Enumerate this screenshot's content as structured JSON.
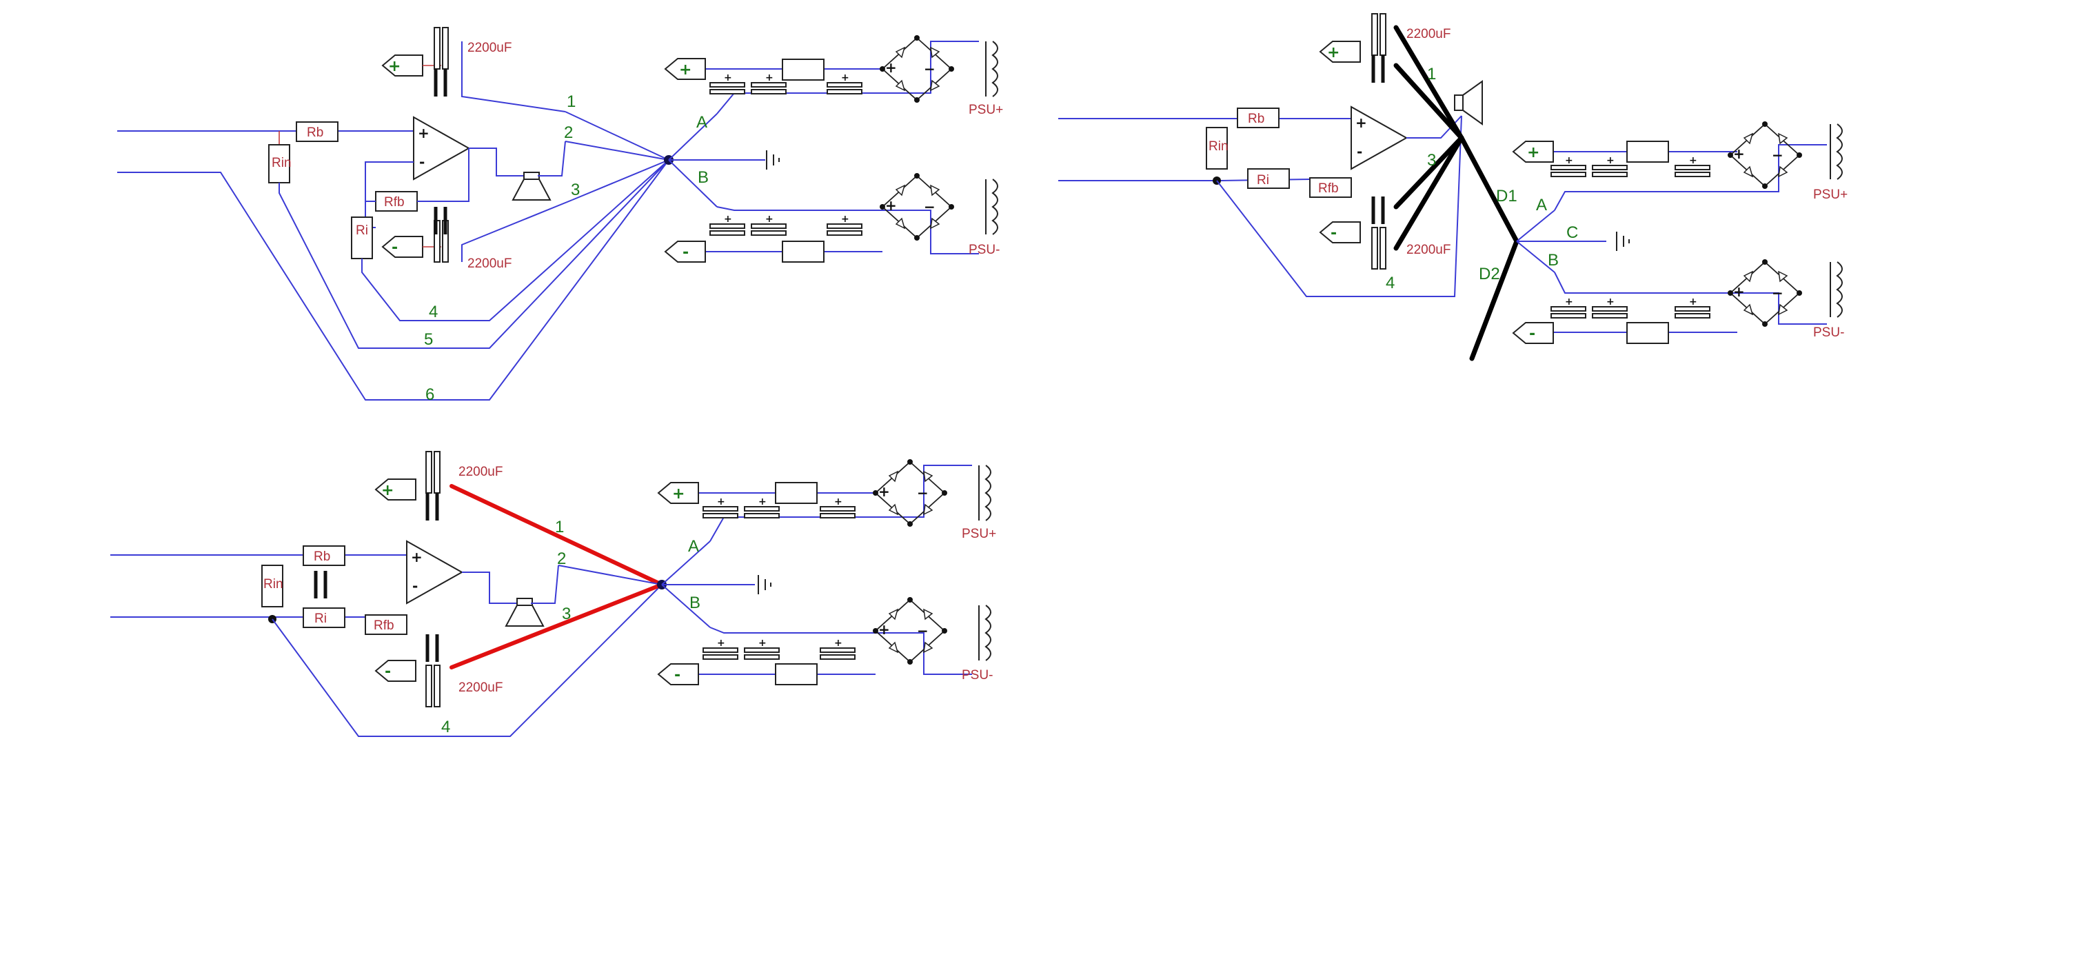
{
  "components": {
    "rb": "Rb",
    "rin": "Rin",
    "rfb": "Rfb",
    "ri": "Ri",
    "cap_value": "2200uF",
    "psu_pos": "PSU+",
    "psu_neg": "PSU-",
    "plus_sign": "+",
    "minus_sign": "-"
  },
  "nodes": {
    "n1": "1",
    "n2": "2",
    "n3": "3",
    "n4": "4",
    "n5": "5",
    "n6": "6",
    "a": "A",
    "b": "B",
    "c": "C",
    "d1": "D1",
    "d2": "D2"
  },
  "colors": {
    "wire": "#3b3bd6",
    "pin": "#c33a3a",
    "label_red": "#b0303a",
    "label_green": "#1d7a1d",
    "red_highlight": "#e01010",
    "black_overlay": "#000000"
  }
}
